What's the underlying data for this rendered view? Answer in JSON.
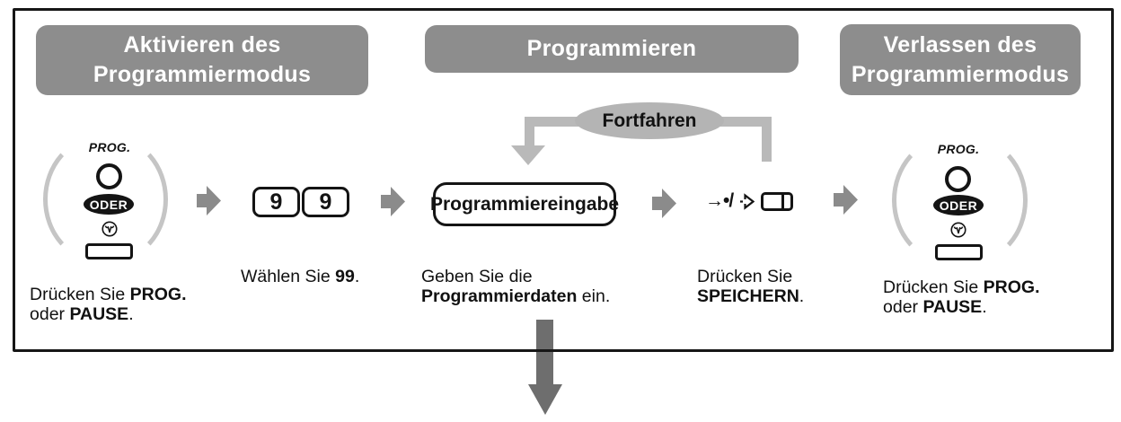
{
  "diagram": {
    "headers": {
      "activate": {
        "line1": "Aktivieren des",
        "line2": "Programmiermodus"
      },
      "program": "Programmieren",
      "exit": {
        "line1": "Verlassen des",
        "line2": "Programmiermodus"
      }
    },
    "continue_label": "Fortfahren",
    "entry_box_label": "Programmiereingabe",
    "store_symbol_text": "→•/",
    "dial_keys": [
      "9",
      "9"
    ],
    "left_group": {
      "prog_label": "PROG.",
      "or_label": "ODER"
    },
    "right_group": {
      "prog_label": "PROG.",
      "or_label": "ODER"
    },
    "instructions": {
      "press_prog_left": {
        "l1a": "Drücken Sie ",
        "l1b": "PROG.",
        "l2a": "oder ",
        "l2b": "PAUSE",
        "l2c": "."
      },
      "dial_99": {
        "a": "Wählen Sie ",
        "b": "99",
        "c": "."
      },
      "enter_data": {
        "l1": "Geben Sie die",
        "l2a": "Programmierdaten",
        "l2b": " ein."
      },
      "press_store": {
        "l1": "Drücken Sie",
        "l2a": "SPEICHERN",
        "l2b": "."
      },
      "press_prog_right": {
        "l1a": "Drücken Sie ",
        "l1b": "PROG.",
        "l2a": "oder ",
        "l2b": "PAUSE",
        "l2c": "."
      }
    },
    "icons": {
      "prog_key": "circle-key-icon",
      "pause_symbol": "pause-symbol-icon",
      "pause_key": "pause-key-icon",
      "flow_arrow": "right-arrow-icon",
      "store_arrow": "hollow-arrow-icon",
      "store_key": "store-key-icon",
      "continue_arrow": "loop-down-arrow-icon",
      "next_step_arrow": "big-down-arrow-icon"
    },
    "colors": {
      "header_gray": "#8d8d8d",
      "oval_gray": "#b4b4b4",
      "loop_gray": "#b9b9b9",
      "arrow_gray": "#8b8b8b",
      "big_arrow_gray": "#6e6e6e",
      "paren_gray": "#c5c5c5",
      "key_black": "#141414"
    }
  }
}
